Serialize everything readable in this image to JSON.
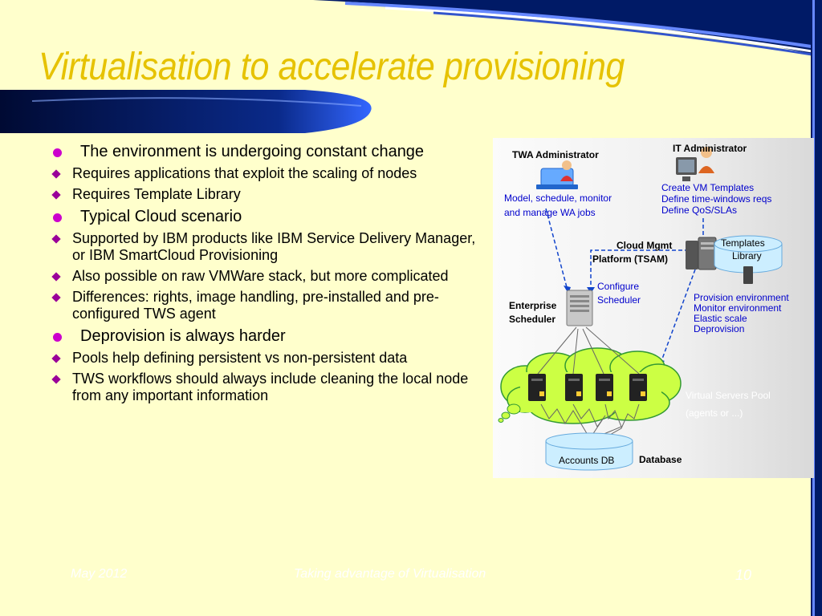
{
  "slide": {
    "title": "Virtualisation to accelerate provisioning"
  },
  "bullets": [
    {
      "text": "The environment is undergoing constant change",
      "sub": [
        "Requires applications that exploit the scaling of nodes",
        "Requires Template Library"
      ]
    },
    {
      "text": "Typical Cloud scenario",
      "sub": [
        "Supported by IBM products like IBM Service Delivery Manager, or IBM SmartCloud Provisioning",
        "Also possible on raw VMWare stack, but more complicated",
        "Differences: rights, image handling, pre-installed and pre-configured TWS agent"
      ]
    },
    {
      "text": "Deprovision is always harder",
      "sub": [
        "Pools help defining persistent vs non-persistent data",
        "TWS workflows should always include cleaning the local node from any important information"
      ]
    }
  ],
  "diagram": {
    "twa_admin": "TWA Administrator",
    "twa_desc_1": "Model, schedule, monitor",
    "twa_desc_2": "and manage WA  jobs",
    "it_admin": "IT Administrator",
    "it_desc_1": "Create VM Templates",
    "it_desc_2": "Define time-windows reqs",
    "it_desc_3": "Define QoS/SLAs",
    "cloud_mgmt_1": "Cloud Mgmt",
    "cloud_mgmt_2": "Platform (TSAM)",
    "templates_1": "Templates",
    "templates_2": "Library",
    "configure_1": "Configure",
    "configure_2": "Scheduler",
    "enterprise_1": "Enterprise",
    "enterprise_2": "Scheduler",
    "provision_1": "Provision environment",
    "provision_2": "Monitor environment",
    "provision_3": "Elastic scale",
    "provision_4": "Deprovision",
    "pool_1": "Virtual Servers Pool",
    "pool_2": "(agents or ...)",
    "accounts_db": "Accounts DB",
    "database": "Database"
  },
  "footer": {
    "date": "May 2012",
    "center": "Taking advantage of Virtualisation",
    "page": "10"
  }
}
